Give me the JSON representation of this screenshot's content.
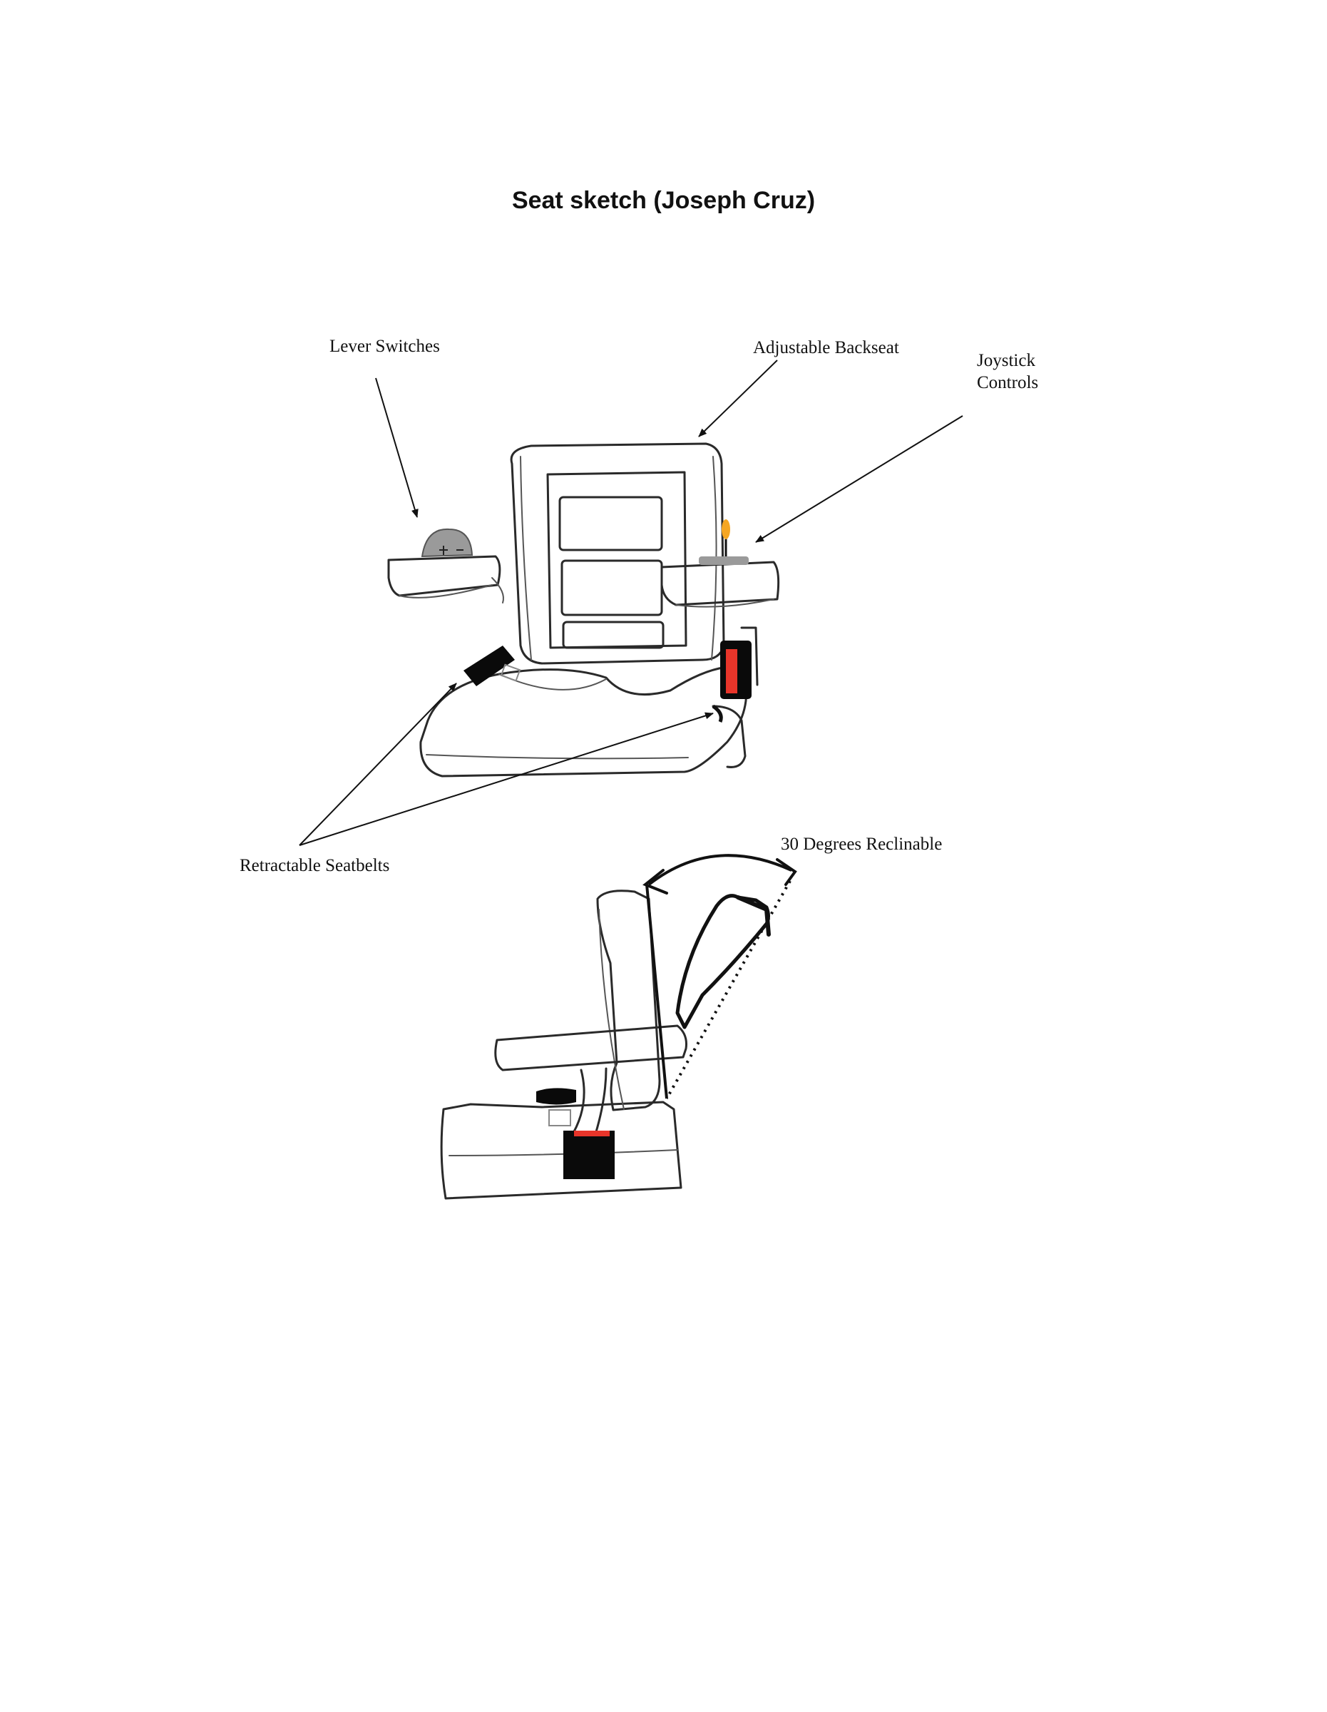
{
  "title": "Seat sketch (Joseph Cruz)",
  "labels": {
    "lever_switches": "Lever Switches",
    "adjustable_backseat": "Adjustable Backseat",
    "joystick_line1": "Joystick",
    "joystick_line2": "Controls",
    "retractable_seatbelts": "Retractable Seatbelts",
    "recline": "30 Degrees Reclinable"
  },
  "colors": {
    "pencil": "#2a2a2a",
    "lever_gray": "#9a9a9a",
    "joystick_orange": "#f5a623",
    "buckle_red": "#e8352a",
    "belt_black": "#0a0a0a"
  }
}
